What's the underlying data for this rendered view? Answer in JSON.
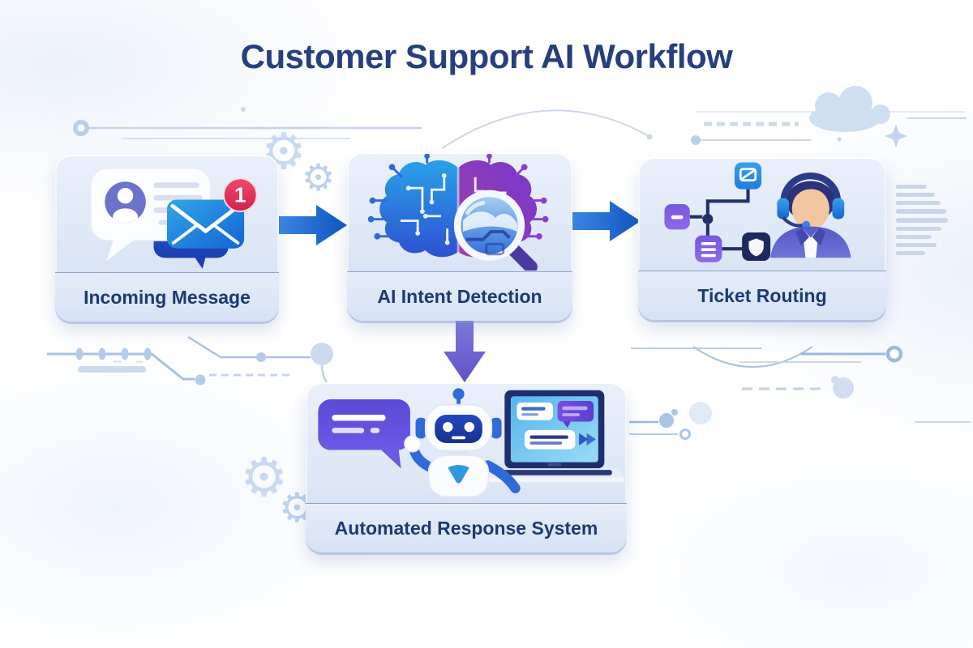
{
  "title": "Customer Support AI Workflow",
  "nodes": [
    {
      "id": "incoming-message",
      "label": "Incoming Message",
      "badge_count": "1",
      "icon": "chat-bubbles-with-email-icon"
    },
    {
      "id": "ai-intent-detection",
      "label": "AI Intent Detection",
      "icon": "circuit-brain-with-magnifier-icon"
    },
    {
      "id": "ticket-routing",
      "label": "Ticket Routing",
      "icon": "routing-flowchart-with-support-agent-icon"
    },
    {
      "id": "automated-response-system",
      "label": "Automated Response System",
      "icon": "chatbot-robot-with-laptop-icon"
    }
  ],
  "connections": [
    {
      "from": "incoming-message",
      "to": "ai-intent-detection",
      "direction": "right",
      "color": "#1d6fd6"
    },
    {
      "from": "ai-intent-detection",
      "to": "ticket-routing",
      "direction": "right",
      "color": "#1d6fd6"
    },
    {
      "from": "ai-intent-detection",
      "to": "automated-response-system",
      "direction": "down",
      "color": "#7166d4"
    }
  ],
  "colors": {
    "title_text": "#273f7e",
    "label_text": "#1c3a74",
    "node_fill_top": "#eaf0fa",
    "node_fill_bottom": "#cfdcf2",
    "arrow_right": "#1d6fd6",
    "arrow_down": "#7166d4",
    "badge_red": "#e43157",
    "decoration_blue": "#c7d7ec"
  },
  "decoration_icons": [
    "gear-icon",
    "cloud-icon",
    "sparkle-icon",
    "circuit-line",
    "dashed-line",
    "node-dot"
  ]
}
